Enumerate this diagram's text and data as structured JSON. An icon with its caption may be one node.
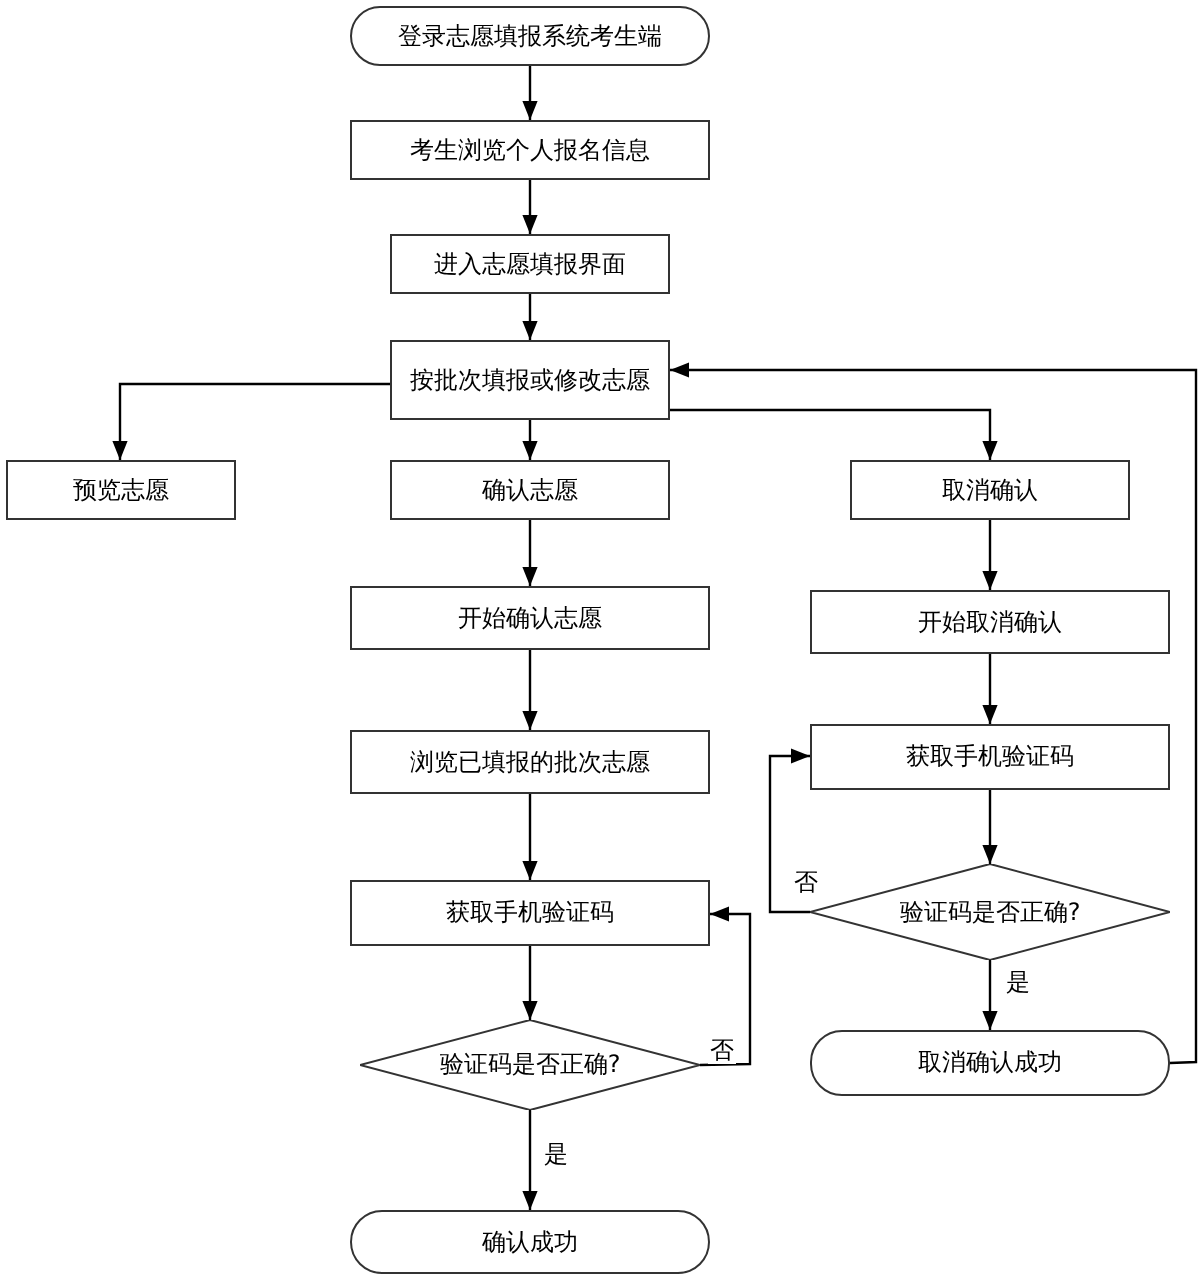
{
  "diagram": {
    "nodes": [
      {
        "text": [
          "登录志愿填报系统考生端"
        ]
      },
      {
        "text": [
          "考生浏览个人报名信息"
        ]
      },
      {
        "text": [
          "进入志愿填报界面"
        ]
      },
      {
        "text": [
          "按批次填报或修改志愿"
        ]
      },
      {
        "text": [
          "预览志愿"
        ]
      },
      {
        "text": [
          "确认志愿"
        ]
      },
      {
        "text": [
          "取消确认"
        ]
      },
      {
        "text": [
          "开始确认志愿"
        ]
      },
      {
        "text": [
          "浏览已填报的批次志愿"
        ]
      },
      {
        "text": [
          "获取手机验证码"
        ]
      },
      {
        "text": [
          "验证码是否正确?"
        ]
      },
      {
        "text": [
          "确认成功"
        ]
      },
      {
        "text": [
          "开始取消确认"
        ]
      },
      {
        "text": [
          "获取手机验证码"
        ]
      },
      {
        "text": [
          "验证码是否正确?"
        ]
      },
      {
        "text": [
          "取消确认成功"
        ]
      }
    ],
    "edges": [
      {
        "from": 0,
        "to": 1,
        "arrow": "to"
      },
      {
        "from": 1,
        "to": 2,
        "arrow": "to"
      },
      {
        "from": 2,
        "to": 3,
        "arrow": "to"
      },
      {
        "from": 3,
        "to": 4,
        "arrow": "to"
      },
      {
        "from": 3,
        "to": 5,
        "arrow": "to"
      },
      {
        "from": 3,
        "to": 6,
        "arrow": "to"
      },
      {
        "from": 5,
        "to": 7,
        "arrow": "to"
      },
      {
        "from": 7,
        "to": 8,
        "arrow": "to"
      },
      {
        "from": 8,
        "to": 9,
        "arrow": "to"
      },
      {
        "from": 9,
        "to": 10,
        "arrow": "to"
      },
      {
        "from": 10,
        "to": 11,
        "arrow": "to",
        "label": "是"
      },
      {
        "from": 10,
        "to": 9,
        "arrow": "to",
        "label": "否"
      },
      {
        "from": 6,
        "to": 12,
        "arrow": "to"
      },
      {
        "from": 12,
        "to": 13,
        "arrow": "to"
      },
      {
        "from": 13,
        "to": 14,
        "arrow": "to"
      },
      {
        "from": 14,
        "to": 15,
        "arrow": "to",
        "label": "是"
      },
      {
        "from": 14,
        "to": 13,
        "arrow": "to",
        "label": "否"
      },
      {
        "from": 15,
        "to": 3,
        "arrow": "to"
      }
    ]
  }
}
